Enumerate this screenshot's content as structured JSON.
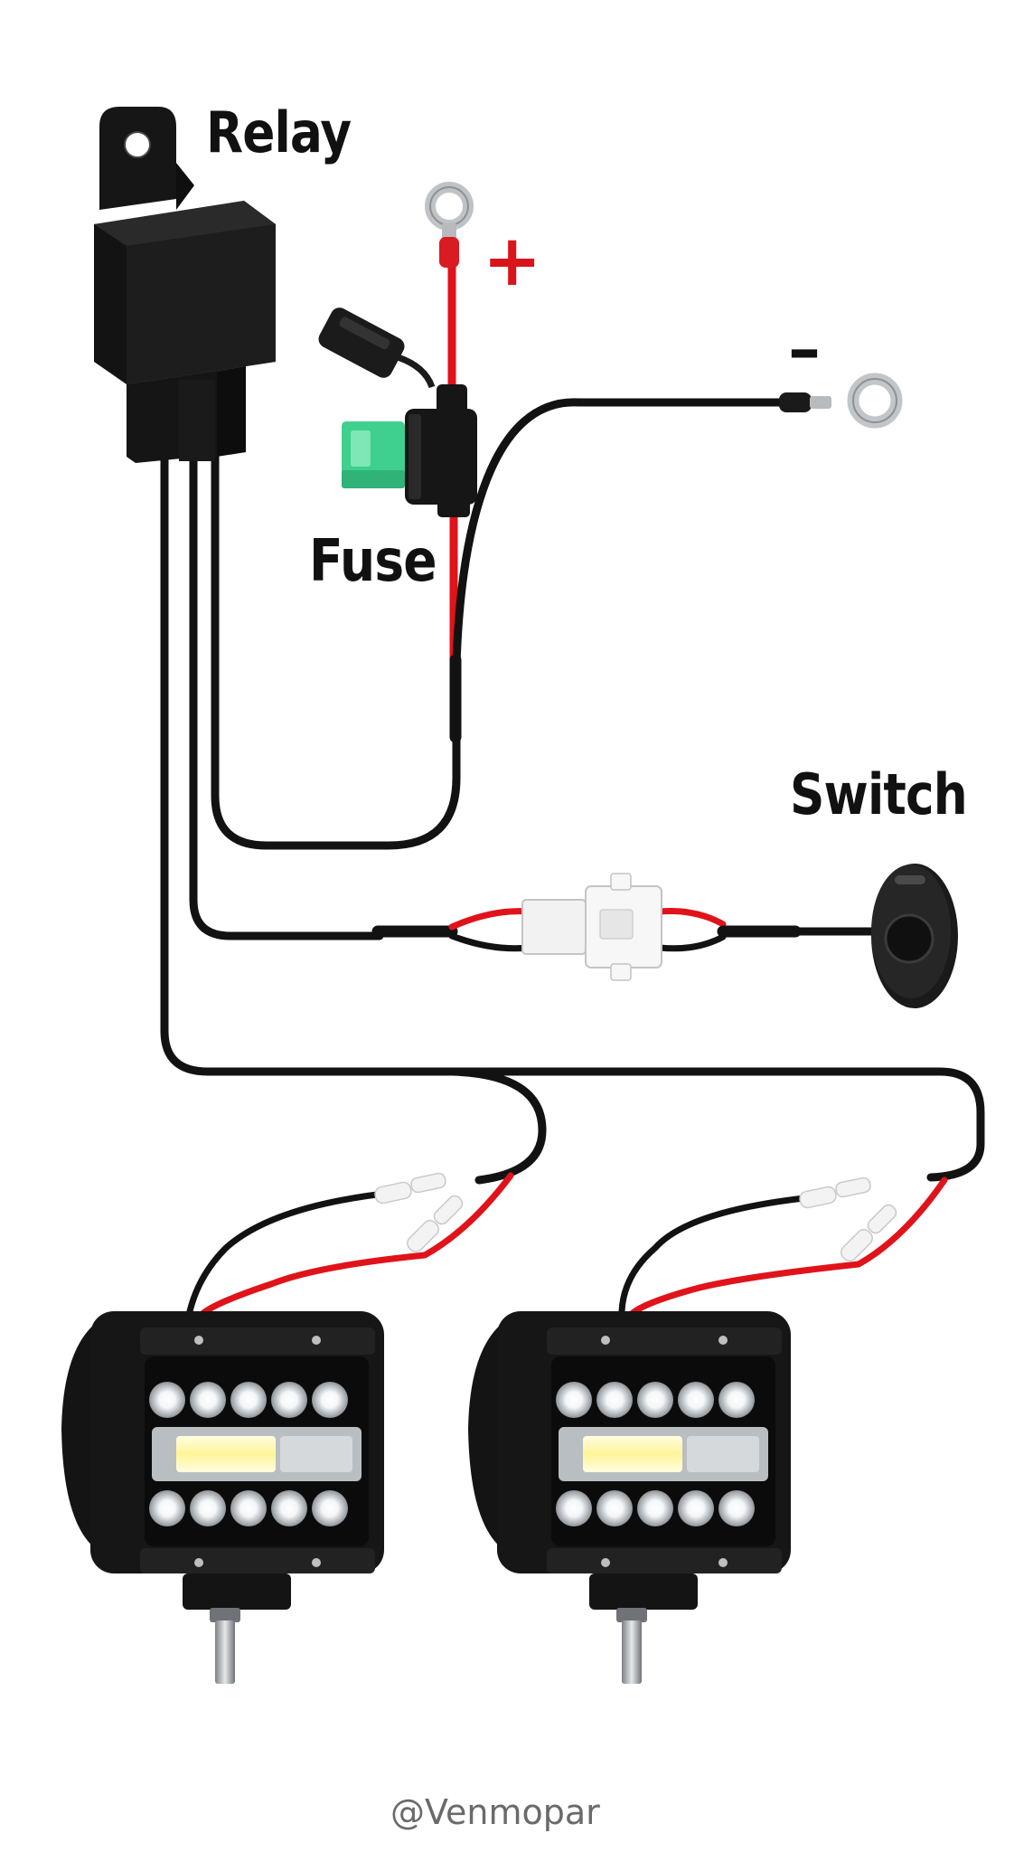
{
  "labels": {
    "relay": "Relay",
    "fuse": "Fuse",
    "switch": "Switch",
    "positive": "+",
    "negative": "–"
  },
  "watermark": "@Venmopar",
  "colors": {
    "wire_black": "#121212",
    "wire_red": "#e0131b",
    "plus_sign": "#d9151c",
    "fuse_blade": "#3fcf8e",
    "housing": "#141414",
    "connector": "#f2f2f2"
  },
  "components": [
    "relay",
    "fuse-holder",
    "positive-ring-terminal",
    "negative-ring-terminal",
    "switch",
    "wire-connector",
    "led-light-left",
    "led-light-right"
  ]
}
